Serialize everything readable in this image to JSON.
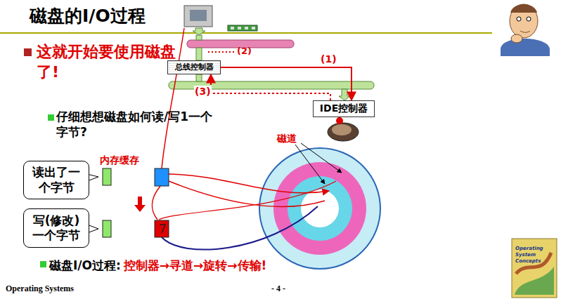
{
  "diagram": {
    "title": "磁盘的I/O过程",
    "nodes": [
      {
        "text": [
          "总线控制器"
        ]
      },
      {
        "text": [
          "IDE控制器"
        ]
      },
      {
        "text": [
          "读出了一个字节"
        ]
      },
      {
        "text": [
          "写(修改)一个字节"
        ]
      }
    ],
    "edges": [
      {
        "from": 0,
        "to": 1,
        "arrow": "to",
        "label": "(1)"
      },
      {
        "from": 1,
        "to": 0,
        "arrow": "to",
        "label": "(3)"
      }
    ],
    "labels": [
      "这就开始要使用磁盘了!",
      "仔细想想磁盘如何读/写1一个字节?",
      "(2)",
      "磁道",
      "内存缓存",
      "磁盘I/O过程:",
      "控制器→寻道→旋转→传输!",
      "Operating Systems",
      "- 4 -",
      "Operating System Concepts"
    ]
  }
}
